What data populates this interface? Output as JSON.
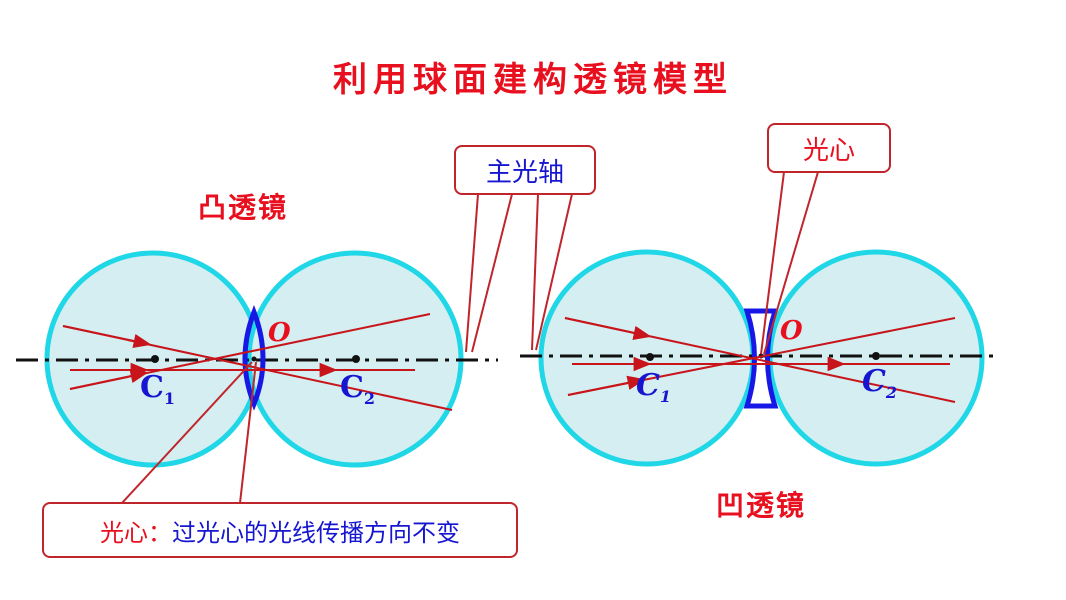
{
  "title": "利用球面建构透镜模型",
  "convex": {
    "label": "凸透镜",
    "center_label": "O",
    "c1": {
      "letter": "C",
      "sub": "1"
    },
    "c2": {
      "letter": "C",
      "sub": "2"
    }
  },
  "concave": {
    "label": "凹透镜",
    "center_label": "O",
    "c1": {
      "letter": "C",
      "sub": "1"
    },
    "c2": {
      "letter": "C",
      "sub": "2"
    }
  },
  "callouts": {
    "main_axis": "主光轴",
    "optical_center": "光心",
    "bottom_prefix": "光心：",
    "bottom_text": "过光心的光线传播方向不变"
  },
  "colors": {
    "sphere_fill": "#d4eef1",
    "sphere_stroke": "#1fd7e6",
    "lens_stroke": "#1818e6",
    "ray": "#c8151b",
    "label_red": "#e8101e",
    "label_blue": "#1616d0"
  }
}
